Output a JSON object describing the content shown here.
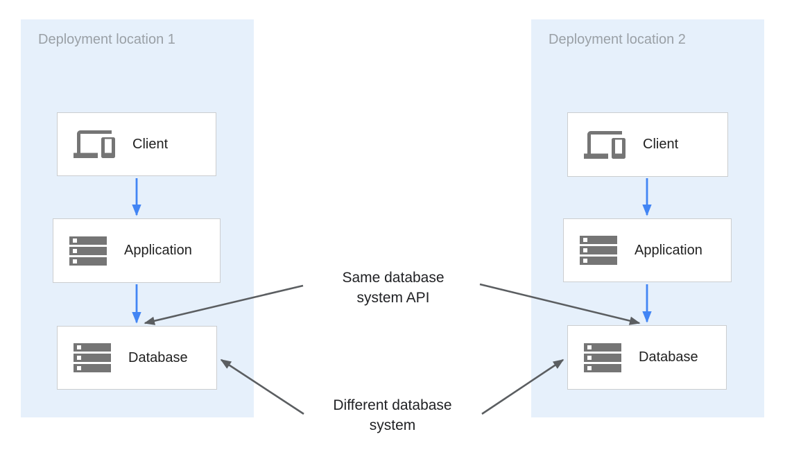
{
  "diagram": {
    "panels": [
      {
        "title": "Deployment location 1",
        "nodes": [
          {
            "label": "Client",
            "icon": "devices-icon"
          },
          {
            "label": "Application",
            "icon": "storage-icon"
          },
          {
            "label": "Database",
            "icon": "storage-icon"
          }
        ]
      },
      {
        "title": "Deployment location 2",
        "nodes": [
          {
            "label": "Client",
            "icon": "devices-icon"
          },
          {
            "label": "Application",
            "icon": "storage-icon"
          },
          {
            "label": "Database",
            "icon": "storage-icon"
          }
        ]
      }
    ],
    "annotations": [
      {
        "id": "same-database-system-api",
        "text": "Same database\nsystem API"
      },
      {
        "id": "different-database-system",
        "text": "Different database\nsystem"
      }
    ],
    "flows": [
      "Client to Application (location 1)",
      "Application to Database (location 1)",
      "Client to Application (location 2)",
      "Application to Database (location 2)"
    ],
    "colors": {
      "panel_bg": "#e6f0fb",
      "panel_title": "#9aa0a6",
      "node_border": "#cbcdcf",
      "node_bg": "#ffffff",
      "icon_gray": "#757575",
      "arrow_blue": "#4285f4",
      "arrow_gray": "#5b5e61",
      "label_text": "#212121",
      "annotation_text": "#202124"
    }
  }
}
